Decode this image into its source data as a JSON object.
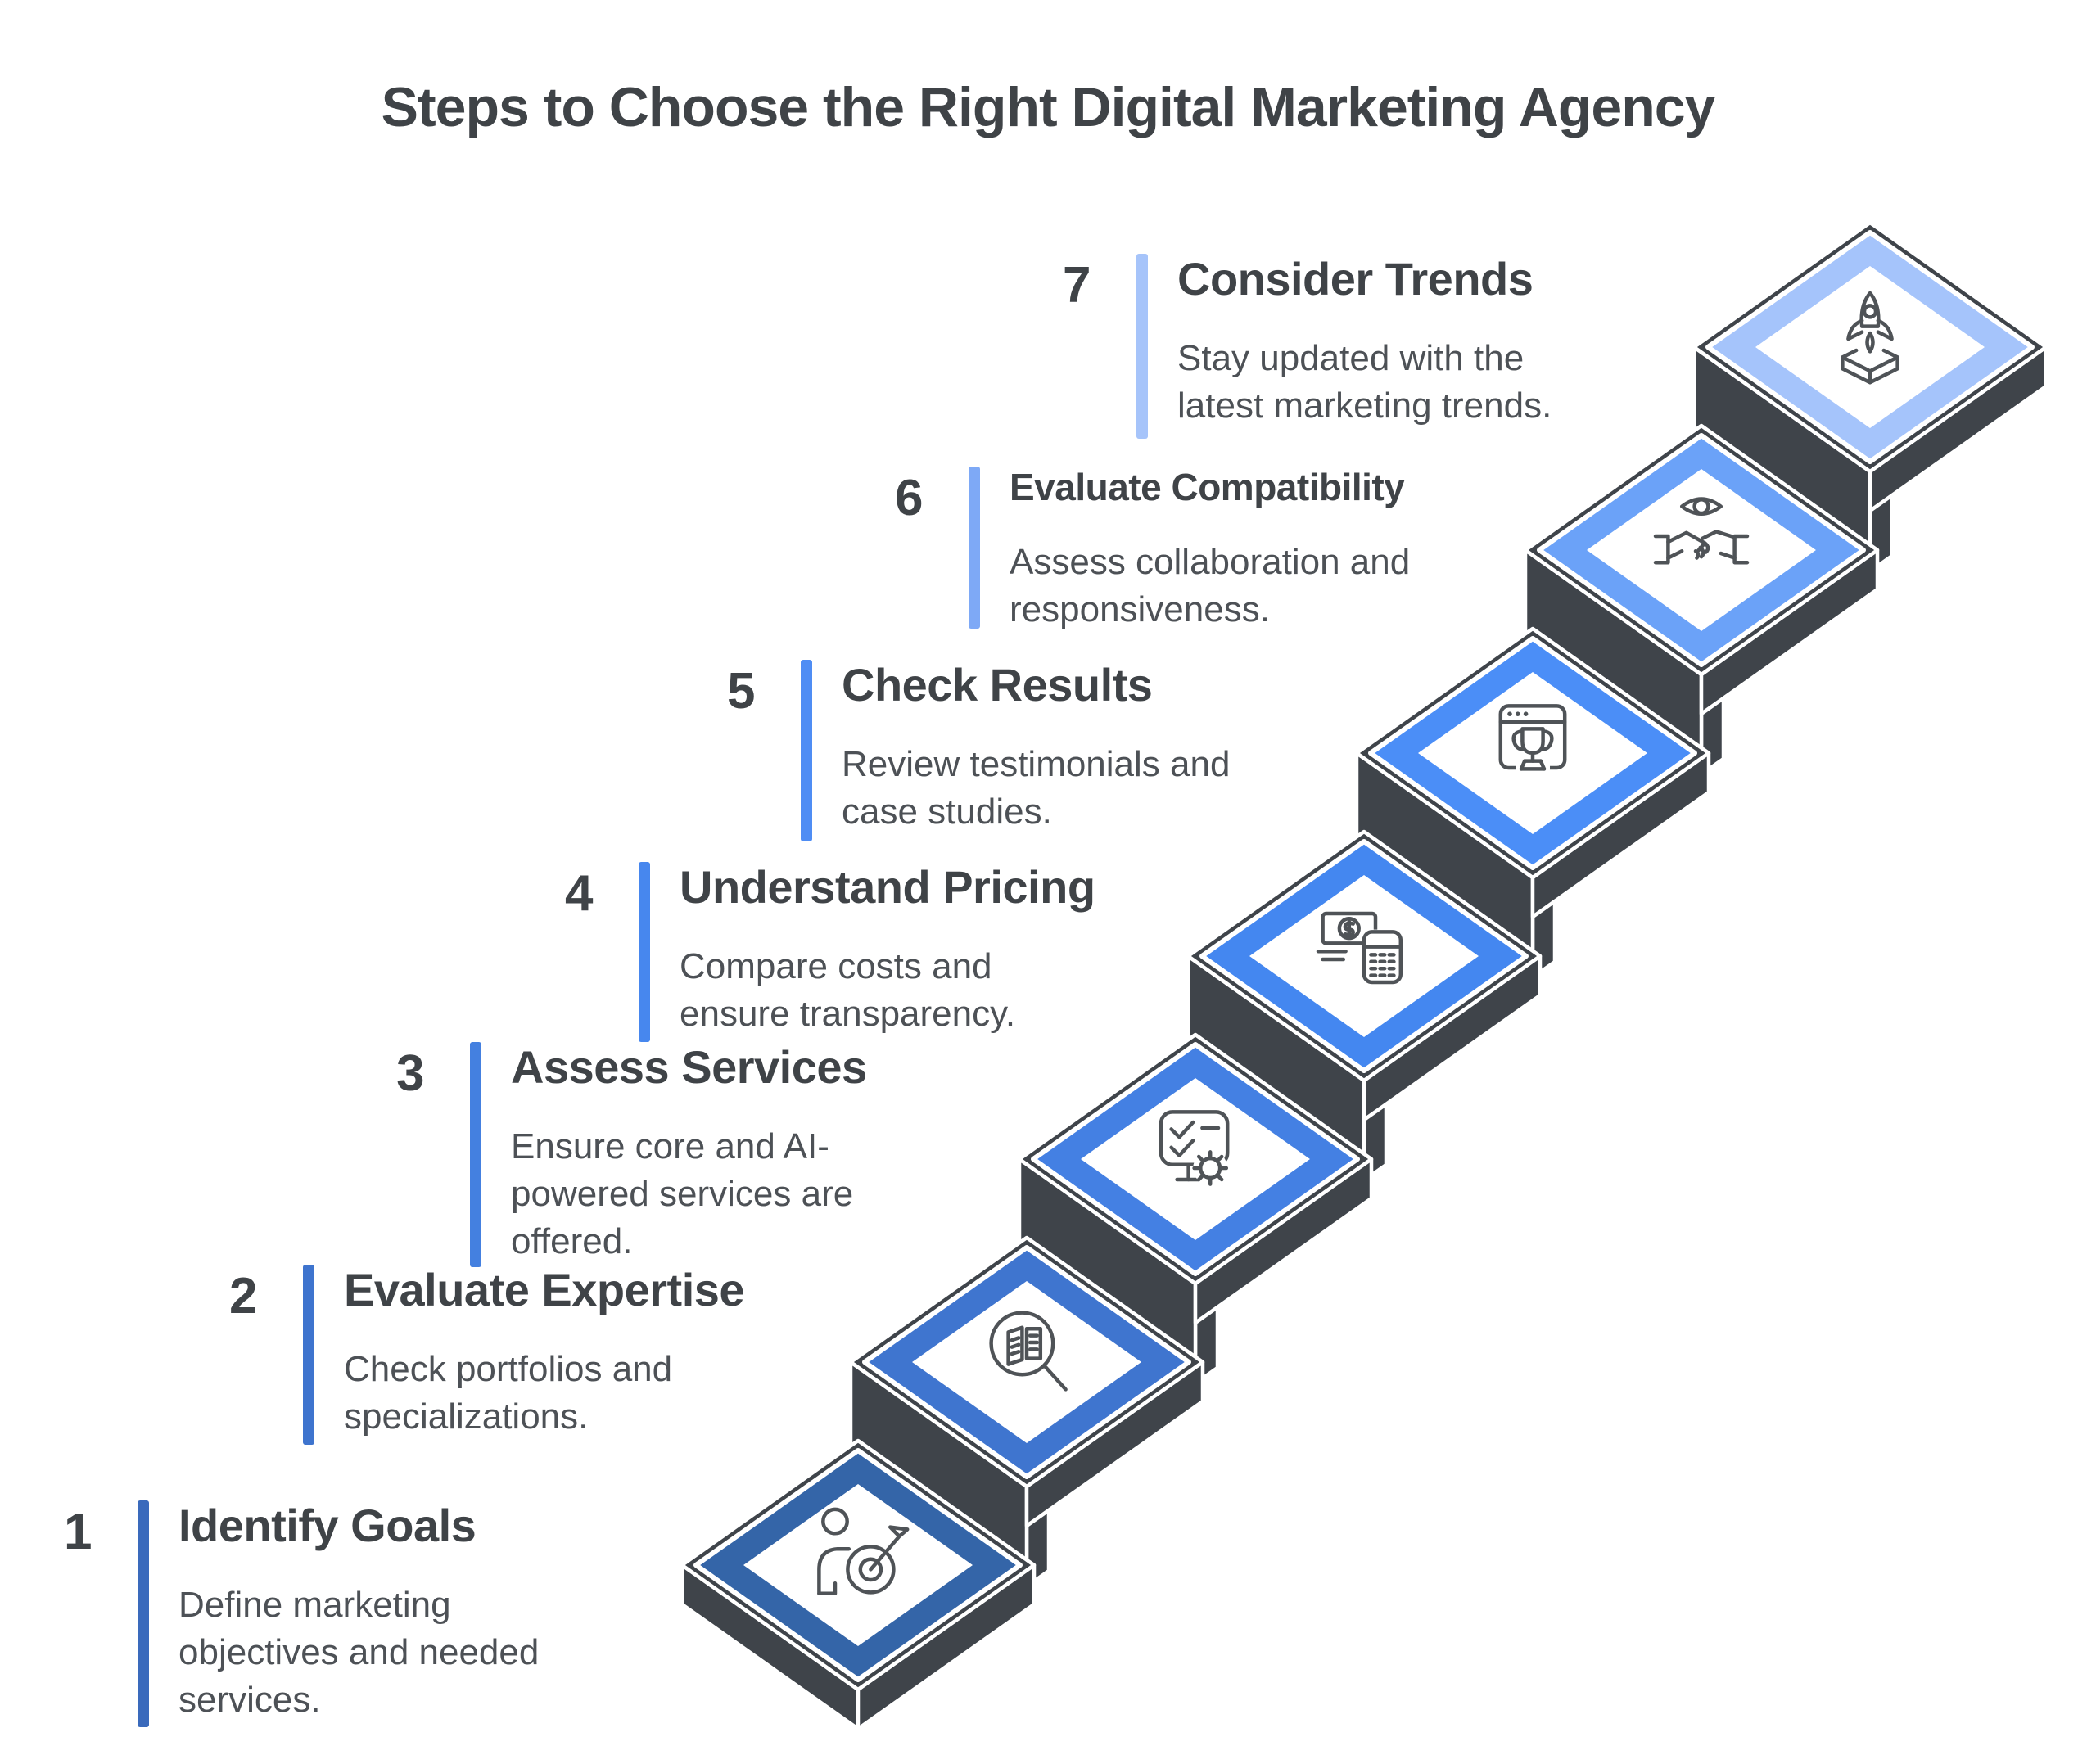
{
  "page_title": "Steps to Choose the Right Digital Marketing Agency",
  "colors": {
    "background": "#ffffff",
    "charcoal": "#3f444a",
    "seam": "#ffffff",
    "heading_text": "#3f4347",
    "number_text": "#3f4347",
    "title_text": "#3f4347",
    "desc_text": "#4d5156",
    "icon_stroke": "#4f5357"
  },
  "steps": [
    {
      "number": "1",
      "title": "Identify Goals",
      "description": "Define marketing\nobjectives and needed\nservices.",
      "bar_color": "#3a6abc",
      "tile_color": "#3465a8",
      "icon": "person-target-icon"
    },
    {
      "number": "2",
      "title": "Evaluate Expertise",
      "description": "Check portfolios and\nspecializations.",
      "bar_color": "#3e74ce",
      "tile_color": "#3f75cf",
      "icon": "portfolio-search-icon"
    },
    {
      "number": "3",
      "title": "Assess Services",
      "description": "Ensure core and AI-\npowered services are\noffered.",
      "bar_color": "#4480e0",
      "tile_color": "#4480e3",
      "icon": "checklist-gear-icon"
    },
    {
      "number": "4",
      "title": "Understand Pricing",
      "description": "Compare costs and\nensure transparency.",
      "bar_color": "#4787ee",
      "tile_color": "#4487f0",
      "icon": "money-calculator-icon"
    },
    {
      "number": "5",
      "title": "Check Results",
      "description": "Review testimonials and\ncase studies.",
      "bar_color": "#4f8df4",
      "tile_color": "#4b8ef7",
      "icon": "trophy-browser-icon"
    },
    {
      "number": "6",
      "title": "Evaluate Compatibility",
      "description": "Assess collaboration and\nresponsiveness.",
      "bar_color": "#7ea9f6",
      "tile_color": "#6ba2f8",
      "icon": "eye-handshake-icon"
    },
    {
      "number": "7",
      "title": "Consider Trends",
      "description": "Stay updated with the\nlatest marketing trends.",
      "bar_color": "#a6c4fa",
      "tile_color": "#a5c4fb",
      "icon": "rocket-launch-icon"
    }
  ]
}
